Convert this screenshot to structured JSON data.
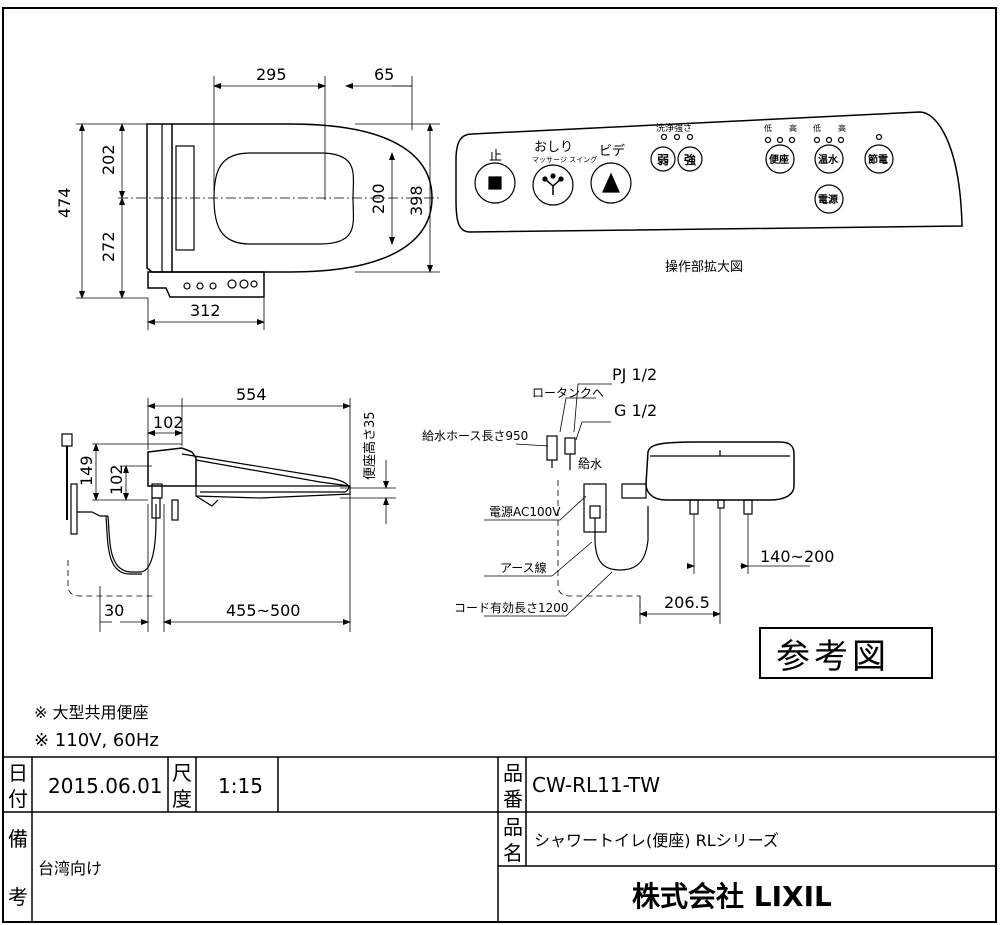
{
  "top_view": {
    "dim_295": "295",
    "dim_65": "65",
    "dim_202": "202",
    "dim_474": "474",
    "dim_272": "272",
    "dim_200": "200",
    "dim_398": "398",
    "dim_312": "312"
  },
  "panel": {
    "stop_label": "止",
    "oshiri_label": "おしり",
    "massage_label": "マッサージ スイング",
    "bidet_label": "ビデ",
    "strength_title": "洗浄強さ",
    "weak_label": "弱",
    "strong_label": "強",
    "low_high_1a": "低",
    "low_high_1b": "高",
    "low_high_2a": "低",
    "low_high_2b": "高",
    "seat_label": "便座",
    "water_label": "温水",
    "eco_label": "節電",
    "power_label": "電源",
    "caption": "操作部拡大図"
  },
  "side_view": {
    "dim_554": "554",
    "dim_102_h": "102",
    "dim_149": "149",
    "dim_102_v": "102",
    "seat_height": "便座高さ35",
    "dim_30": "30",
    "dim_455_500": "455~500"
  },
  "rear_view": {
    "pj": "PJ 1/2",
    "to_tank": "ロータンクへ",
    "g12": "G 1/2",
    "hose": "給水ホース長さ950",
    "water_in": "給水",
    "power_supply": "電源AC100V",
    "earth": "アース線",
    "cord": "コード有効長さ1200",
    "dim_140_200": "140~200",
    "dim_206_5": "206.5"
  },
  "reference_stamp": "参考図",
  "notes": [
    "※ 大型共用便座",
    "※ 110V, 60Hz"
  ],
  "title_block": {
    "date_label_1": "日",
    "date_label_2": "付",
    "date_value": "2015.06.01",
    "scale_label_1": "尺",
    "scale_label_2": "度",
    "scale_value": "1:15",
    "product_no_label_1": "品",
    "product_no_label_2": "番",
    "product_no": "CW-RL11-TW",
    "remarks_label_1": "備",
    "remarks_label_2": "考",
    "remarks_value": "台湾向け",
    "product_name_label_1": "品",
    "product_name_label_2": "名",
    "product_name": "シャワートイレ(便座) RLシリーズ",
    "company": "株式会社 LIXIL"
  }
}
